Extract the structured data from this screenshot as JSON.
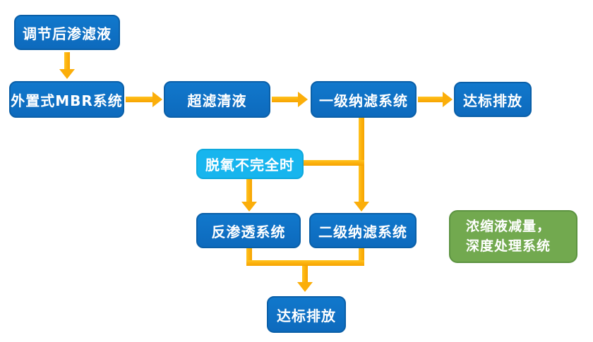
{
  "flowchart": {
    "nodes": {
      "adjusted_leachate": {
        "label": "调节后渗滤液",
        "type": "process"
      },
      "mbr_system": {
        "label": "外置式MBR系统",
        "type": "process"
      },
      "uf_clear_liquid": {
        "label": "超滤清液",
        "type": "process"
      },
      "nf_stage1": {
        "label": "一级纳滤系统",
        "type": "process"
      },
      "discharge_top": {
        "label": "达标排放",
        "type": "process"
      },
      "condition_deoxy": {
        "label": "脱氧不完全时",
        "type": "condition"
      },
      "ro_system": {
        "label": "反渗透系统",
        "type": "process"
      },
      "nf_stage2": {
        "label": "二级纳滤系统",
        "type": "process"
      },
      "discharge_bottom": {
        "label": "达标排放",
        "type": "process"
      },
      "concentrate_note": {
        "line1": "浓缩液减量，",
        "line2": "深度处理系统",
        "type": "note"
      }
    },
    "edges": [
      {
        "from": "调节后渗滤液",
        "to": "外置式MBR系统"
      },
      {
        "from": "外置式MBR系统",
        "to": "超滤清液"
      },
      {
        "from": "超滤清液",
        "to": "一级纳滤系统"
      },
      {
        "from": "一级纳滤系统",
        "to": "达标排放"
      },
      {
        "from": "一级纳滤系统",
        "to": "二级纳滤系统"
      },
      {
        "from": "脱氧不完全时",
        "to": "一级纳滤系统→二级纳滤系统连线",
        "style": "connector"
      },
      {
        "from": "脱氧不完全时",
        "to": "反渗透系统"
      },
      {
        "from": "反渗透系统",
        "to": "达标排放"
      },
      {
        "from": "二级纳滤系统",
        "to": "达标排放"
      }
    ],
    "colors": {
      "process_fill": "#0E71C5",
      "process_border": "#0A5FA8",
      "condition_fill": "#17B5EE",
      "condition_border": "#0FA9DD",
      "note_fill": "#72A94F",
      "note_border": "#5C9340",
      "arrow": "#FBAE0A",
      "text": "#FFFFFF",
      "background": "#FFFFFF"
    }
  }
}
